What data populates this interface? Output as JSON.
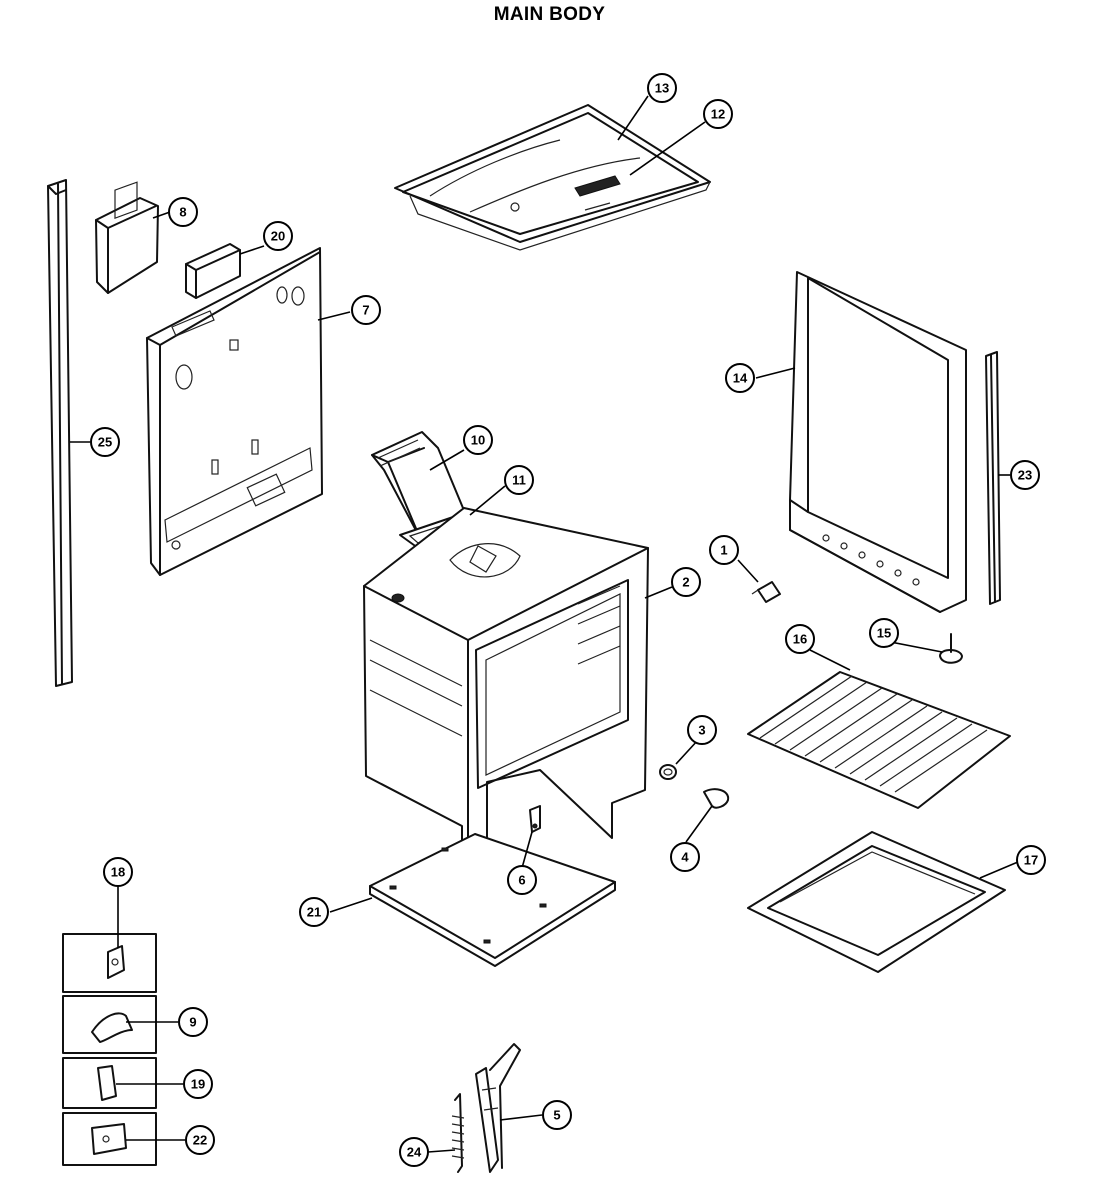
{
  "title": "MAIN BODY",
  "callouts": {
    "c1": "1",
    "c2": "2",
    "c3": "3",
    "c4": "4",
    "c5": "5",
    "c6": "6",
    "c7": "7",
    "c8": "8",
    "c9": "9",
    "c10": "10",
    "c11": "11",
    "c12": "12",
    "c13": "13",
    "c14": "14",
    "c15": "15",
    "c16": "16",
    "c17": "17",
    "c18": "18",
    "c19": "19",
    "c20": "20",
    "c21": "21",
    "c22": "22",
    "c23": "23",
    "c24": "24",
    "c25": "25"
  }
}
